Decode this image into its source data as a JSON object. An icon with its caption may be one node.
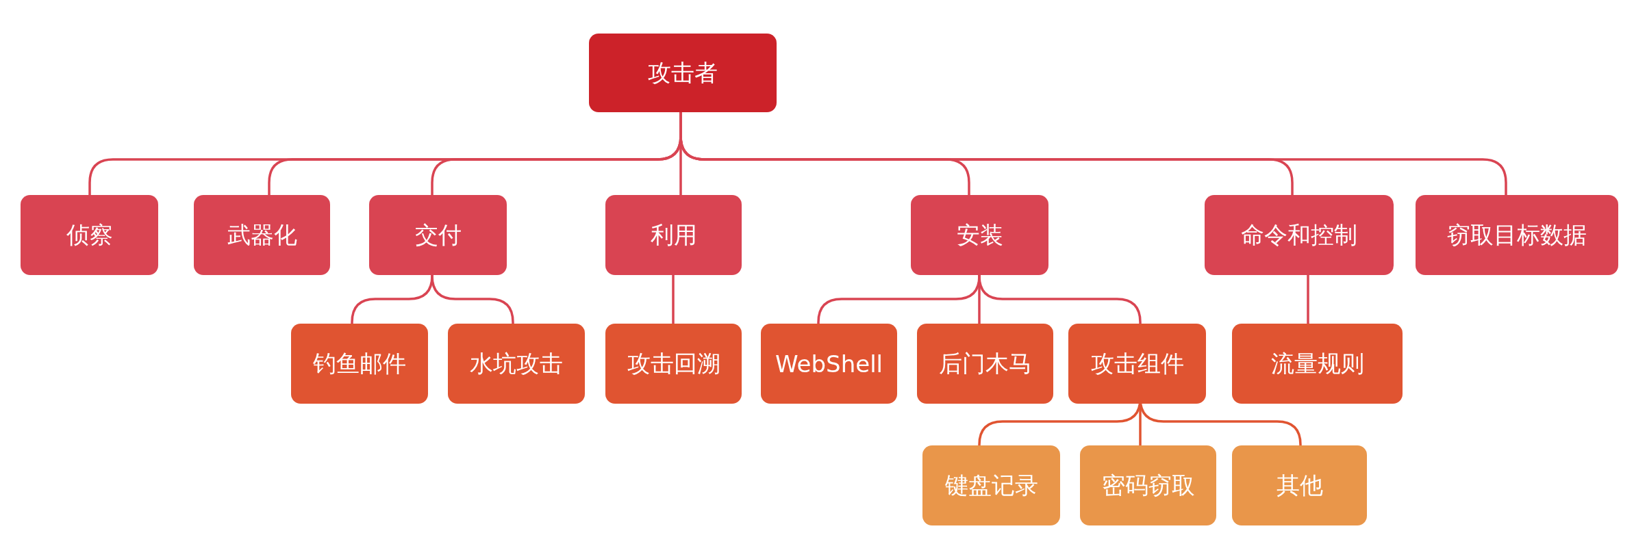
{
  "diagram": {
    "nodes": [
      {
        "text": [
          "攻击者"
        ]
      },
      {
        "text": [
          "侦察"
        ]
      },
      {
        "text": [
          "武器化"
        ]
      },
      {
        "text": [
          "交付"
        ]
      },
      {
        "text": [
          "利用"
        ]
      },
      {
        "text": [
          "安装"
        ]
      },
      {
        "text": [
          "命令和控制"
        ]
      },
      {
        "text": [
          "窃取目标数据"
        ]
      },
      {
        "text": [
          "钓鱼邮件"
        ]
      },
      {
        "text": [
          "水坑攻击"
        ]
      },
      {
        "text": [
          "攻击回溯"
        ]
      },
      {
        "text": [
          "WebShell"
        ]
      },
      {
        "text": [
          "后门木马"
        ]
      },
      {
        "text": [
          "攻击组件"
        ]
      },
      {
        "text": [
          "流量规则"
        ]
      },
      {
        "text": [
          "键盘记录"
        ]
      },
      {
        "text": [
          "密码窃取"
        ]
      },
      {
        "text": [
          "其他"
        ]
      }
    ],
    "edges": [
      {
        "from": 0,
        "to": 1,
        "arrow": "none"
      },
      {
        "from": 0,
        "to": 2,
        "arrow": "none"
      },
      {
        "from": 0,
        "to": 3,
        "arrow": "none"
      },
      {
        "from": 0,
        "to": 4,
        "arrow": "none"
      },
      {
        "from": 0,
        "to": 5,
        "arrow": "none"
      },
      {
        "from": 0,
        "to": 6,
        "arrow": "none"
      },
      {
        "from": 0,
        "to": 7,
        "arrow": "none"
      },
      {
        "from": 3,
        "to": 8,
        "arrow": "none"
      },
      {
        "from": 3,
        "to": 9,
        "arrow": "none"
      },
      {
        "from": 4,
        "to": 10,
        "arrow": "none"
      },
      {
        "from": 5,
        "to": 11,
        "arrow": "none"
      },
      {
        "from": 5,
        "to": 12,
        "arrow": "none"
      },
      {
        "from": 5,
        "to": 13,
        "arrow": "none"
      },
      {
        "from": 6,
        "to": 14,
        "arrow": "none"
      },
      {
        "from": 13,
        "to": 15,
        "arrow": "none",
        "color": "#e05431"
      },
      {
        "from": 13,
        "to": 16,
        "arrow": "none",
        "color": "#e05431"
      },
      {
        "from": 13,
        "to": 17,
        "arrow": "none",
        "color": "#e05431"
      }
    ]
  }
}
